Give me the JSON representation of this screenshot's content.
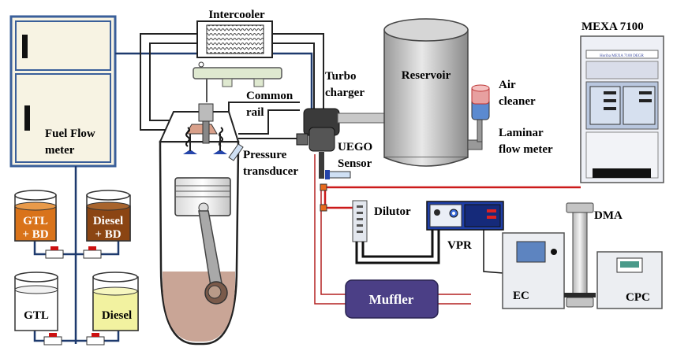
{
  "labels": {
    "fuel_flow_meter_1": "Fuel Flow",
    "fuel_flow_meter_2": "meter",
    "intercooler": "Intercooler",
    "common_rail_1": "Common",
    "common_rail_2": "rail",
    "turbo_1": "Turbo",
    "turbo_2": "charger",
    "reservoir": "Reservoir",
    "air_cleaner_1": "Air",
    "air_cleaner_2": "cleaner",
    "laminar_1": "Laminar",
    "laminar_2": "flow meter",
    "mexa": "MEXA 7100",
    "mexa_panel_header": "Horiba MEXA 7100 DEGR",
    "uego_1": "UEGO",
    "uego_2": "Sensor",
    "pressure_1": "Pressure",
    "pressure_2": "transducer",
    "dilutor": "Dilutor",
    "vpr": "VPR",
    "dma": "DMA",
    "ec": "EC",
    "cpc": "CPC",
    "muffler": "Muffler",
    "tank_gtl_bd_1": "GTL",
    "tank_gtl_bd_2": "+ BD",
    "tank_diesel_bd_1": "Diesel",
    "tank_diesel_bd_2": "+ BD",
    "tank_gtl": "GTL",
    "tank_diesel": "Diesel"
  },
  "colors": {
    "fuel_meter_fill": "#f7f3e3",
    "fuel_meter_border": "#3a5f9a",
    "gtl_bd_fuel": "#d9731a",
    "diesel_bd_fuel": "#8b4513",
    "diesel_fuel": "#f2f2a0",
    "sample_line": "#cc1a1a",
    "muffler": "#4b3f86",
    "cyl_gas": "#c9a596"
  }
}
